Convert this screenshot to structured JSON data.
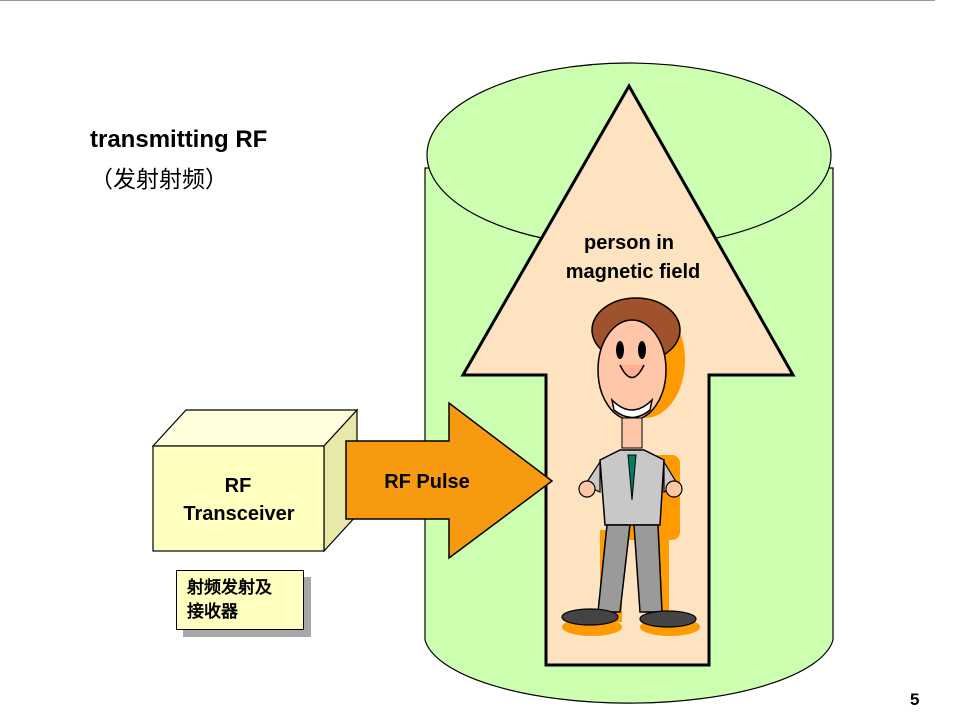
{
  "slide": {
    "title": "transmitting RF",
    "subtitle": "（发射射频）",
    "page_number": "5"
  },
  "transceiver": {
    "label_line1": "RF",
    "label_line2": "Transceiver",
    "cn_line1": "射频发射及",
    "cn_line2": "接收器"
  },
  "pulse": {
    "label": "RF Pulse"
  },
  "magnet": {
    "label_line1": "person in",
    "label_line2": "magnetic field"
  },
  "colors": {
    "cylinder_fill": "#ccffb0",
    "arrow_up_fill": "#fde3c0",
    "pulse_fill": "#f79a10",
    "box_front": "#ffffc0",
    "box_top": "#ffffdd",
    "box_side": "#e8e8a8"
  }
}
